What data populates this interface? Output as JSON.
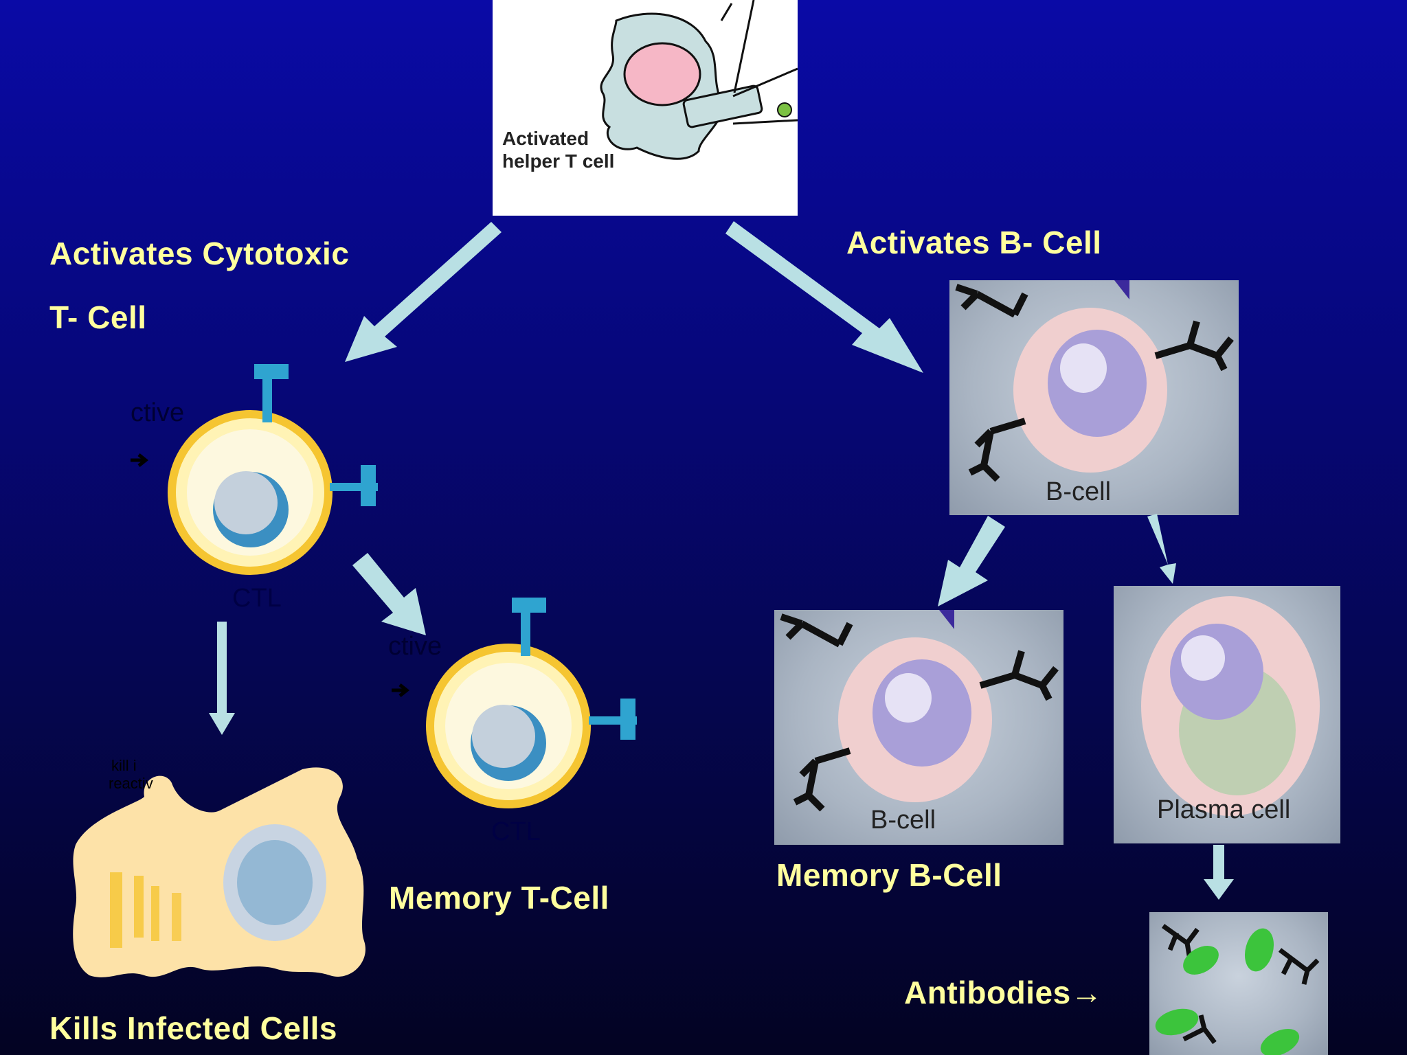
{
  "helper_panel": {
    "caption_line1": "Activated",
    "caption_line2": "helper T cell"
  },
  "labels": {
    "cytotoxic_line1": "Activates  Cytotoxic",
    "cytotoxic_line2": "T- Cell",
    "b_cell": "Activates B- Cell",
    "memory_t": "Memory T-Cell",
    "memory_b": "Memory B-Cell",
    "antibodies": "Antibodies→",
    "kills": "Kills Infected Cells"
  },
  "cell_captions": {
    "b_cell": "B-cell",
    "memory_b_cell": "B-cell",
    "plasma_cell": "Plasma cell",
    "ctl": "CTL",
    "ctl_memory": "CTL",
    "ctl_fragment": "ctive",
    "ctl_memory_fragment": "ctive",
    "infected_fragment_1": "kill i",
    "infected_fragment_2": "reactiv"
  },
  "colors": {
    "label_text": "#ffff9e",
    "arrow": "#b9e0e4",
    "background_top": "#0a0aa6",
    "background_bottom": "#030322"
  }
}
